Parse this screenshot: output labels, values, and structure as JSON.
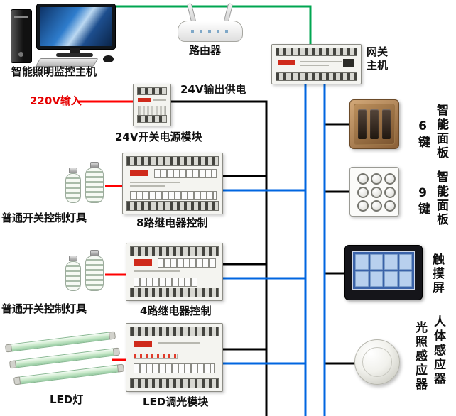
{
  "nodes": {
    "computer": {
      "label": "智能照明监控主机"
    },
    "router": {
      "label": "路由器"
    },
    "gateway": {
      "label_line1": "网关",
      "label_line2": "主机"
    },
    "power_input": {
      "label": "220V输入"
    },
    "psu": {
      "label": "24V开关电源模块",
      "output_label": "24V输出供电"
    },
    "relay8": {
      "label": "8路继电器控制"
    },
    "relay4": {
      "label": "4路继电器控制"
    },
    "dimmer": {
      "label": "LED调光模块"
    },
    "lamps1": {
      "label": "普通开关控制灯具"
    },
    "lamps2": {
      "label": "普通开关控制灯具"
    },
    "led": {
      "label": "LED灯"
    },
    "panel6": {
      "key_label": "6键",
      "name_label": "智能面板"
    },
    "panel9": {
      "key_label": "9键",
      "name_label": "智能面板"
    },
    "touchscreen": {
      "label": "触摸屏"
    },
    "sensor": {
      "label_light": "光照感应器",
      "label_body": "人体感应器"
    }
  },
  "colors": {
    "network": "#00a651",
    "comm_bus": "#0066e0",
    "power": "#000000",
    "mains": "#ff0000"
  }
}
